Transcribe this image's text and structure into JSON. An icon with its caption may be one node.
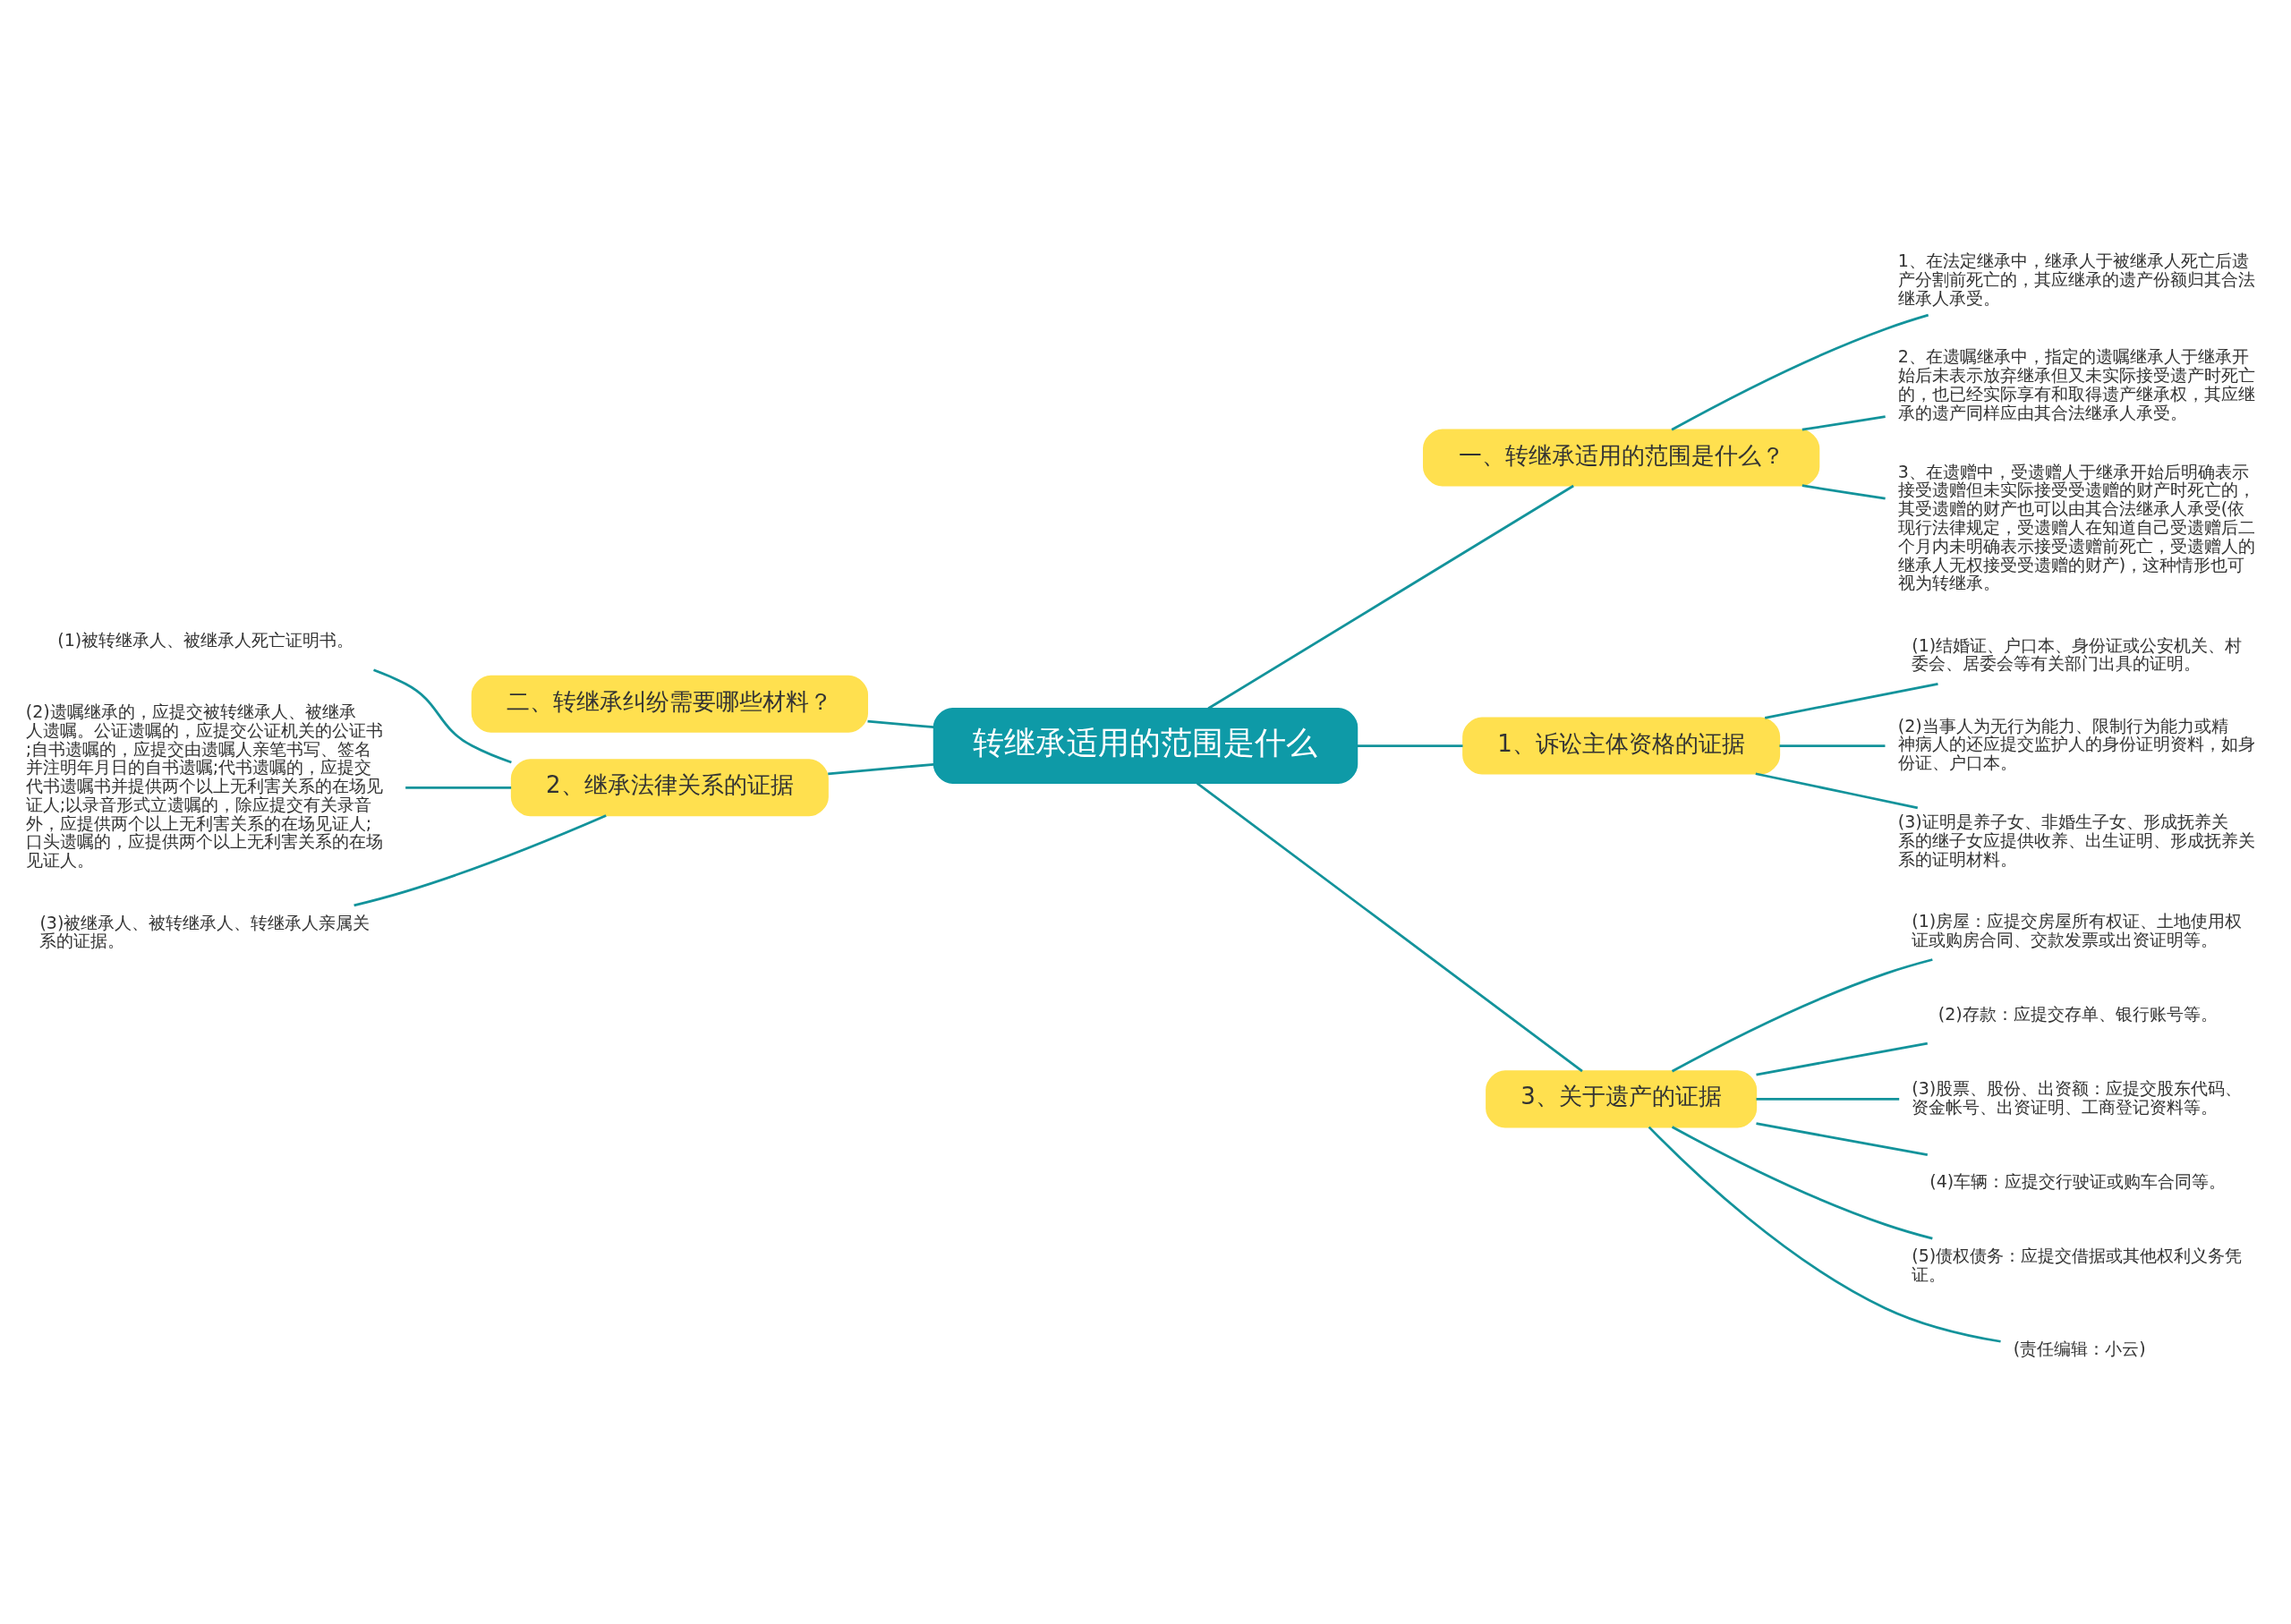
{
  "diagram": {
    "nodes": [
      {
        "text": [
          "转继承适用的范围是什么"
        ]
      },
      {
        "text": [
          "一、转继承适用的范围是什么？"
        ]
      },
      {
        "text": [
          "1、在法定继承中，继承人于被继承人死亡后遗产分割前死亡的，其应继承的遗产份额归其合法继承人承受。"
        ]
      },
      {
        "text": [
          "2、在遗嘱继承中，指定的遗嘱继承人于继承开始后未表示放弃继承但又未实际接受遗产时死亡的，也已经实际享有和取得遗产继承权，其应继承的遗产同样应由其合法继承人承受。"
        ]
      },
      {
        "text": [
          "3、在遗赠中，受遗赠人于继承开始后明确表示接受遗赠但未实际接受受遗赠的财产时死亡的，其受遗赠的财产也可以由其合法继承人承受(依现行法律规定，受遗赠人在知道自己受遗赠后二个月内未明确表示接受遗赠前死亡，受遗赠人的继承人无权接受受遗赠的财产)，这种情形也可视为转继承。"
        ]
      },
      {
        "text": [
          "二、转继承纠纷需要哪些材料？"
        ]
      },
      {
        "text": [
          "1、诉讼主体资格的证据"
        ]
      },
      {
        "text": [
          "(1)结婚证、户口本、身份证或公安机关、村委会、居委会等有关部门出具的证明。"
        ]
      },
      {
        "text": [
          "(2)当事人为无行为能力、限制行为能力或精神病人的还应提交监护人的身份证明资料，如身份证、户口本。"
        ]
      },
      {
        "text": [
          "(3)证明是养子女、非婚生子女、形成抚养关系的继子女应提供收养、出生证明、形成抚养关系的证明材料。"
        ]
      },
      {
        "text": [
          "2、继承法律关系的证据"
        ]
      },
      {
        "text": [
          "(1)被转继承人、被继承人死亡证明书。"
        ]
      },
      {
        "text": [
          "(2)遗嘱继承的，应提交被转继承人、被继承人遗嘱。公证遗嘱的，应提交公证机关的公证书;自书遗嘱的，应提交由遗嘱人亲笔书写、签名并注明年月日的自书遗嘱;代书遗嘱的，应提交代书遗嘱书并提供两个以上无利害关系的在场见证人;以录音形式立遗嘱的，除应提交有关录音外，应提供两个以上无利害关系的在场见证人;口头遗嘱的，应提供两个以上无利害关系的在场见证人。"
        ]
      },
      {
        "text": [
          "(3)被继承人、被转继承人、转继承人亲属关系的证据。"
        ]
      },
      {
        "text": [
          "3、关于遗产的证据"
        ]
      },
      {
        "text": [
          "(1)房屋：应提交房屋所有权证、土地使用权证或购房合同、交款发票或出资证明等。"
        ]
      },
      {
        "text": [
          "(2)存款：应提交存单、银行账号等。"
        ]
      },
      {
        "text": [
          "(3)股票、股份、出资额：应提交股东代码、资金帐号、出资证明、工商登记资料等。"
        ]
      },
      {
        "text": [
          "(4)车辆：应提交行驶证或购车合同等。"
        ]
      },
      {
        "text": [
          "(5)债权债务：应提交借据或其他权利义务凭证。"
        ]
      },
      {
        "text": [
          "(责任编辑：小云)"
        ]
      }
    ],
    "edges": [
      {
        "from": 0,
        "to": 1,
        "arrow": "none"
      },
      {
        "from": 1,
        "to": 2,
        "arrow": "none"
      },
      {
        "from": 1,
        "to": 3,
        "arrow": "none"
      },
      {
        "from": 1,
        "to": 4,
        "arrow": "none"
      },
      {
        "from": 0,
        "to": 5,
        "arrow": "none"
      },
      {
        "from": 0,
        "to": 6,
        "arrow": "none"
      },
      {
        "from": 6,
        "to": 7,
        "arrow": "none"
      },
      {
        "from": 6,
        "to": 8,
        "arrow": "none"
      },
      {
        "from": 6,
        "to": 9,
        "arrow": "none"
      },
      {
        "from": 0,
        "to": 10,
        "arrow": "none"
      },
      {
        "from": 10,
        "to": 11,
        "arrow": "none"
      },
      {
        "from": 10,
        "to": 12,
        "arrow": "none"
      },
      {
        "from": 10,
        "to": 13,
        "arrow": "none"
      },
      {
        "from": 0,
        "to": 14,
        "arrow": "none"
      },
      {
        "from": 14,
        "to": 15,
        "arrow": "none"
      },
      {
        "from": 14,
        "to": 16,
        "arrow": "none"
      },
      {
        "from": 14,
        "to": 17,
        "arrow": "none"
      },
      {
        "from": 14,
        "to": 18,
        "arrow": "none"
      },
      {
        "from": 14,
        "to": 19,
        "arrow": "none"
      },
      {
        "from": 14,
        "to": 20,
        "arrow": "none"
      }
    ]
  }
}
